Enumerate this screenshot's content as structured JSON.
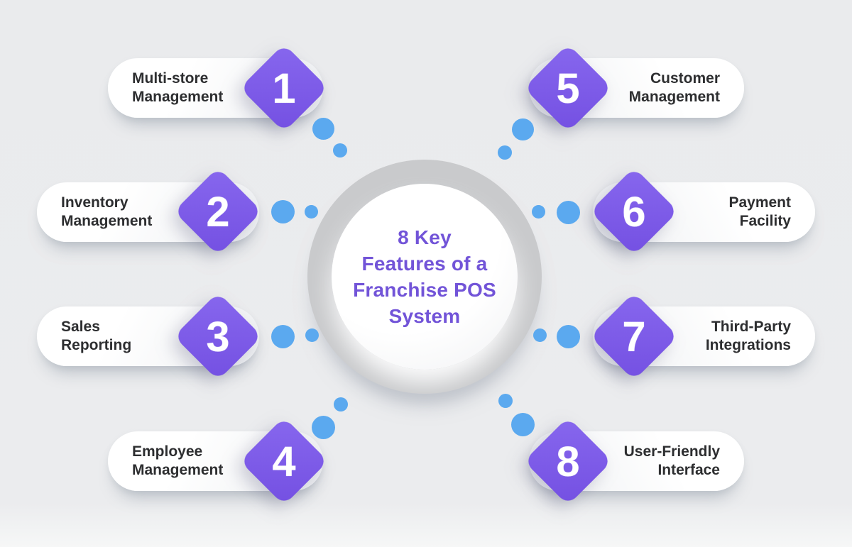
{
  "title": {
    "lines": [
      "8 Key",
      "Features of a",
      "Franchise POS",
      "System"
    ]
  },
  "items": [
    {
      "number": "1",
      "line1": "Multi-store",
      "line2": "Management"
    },
    {
      "number": "2",
      "line1": "Inventory",
      "line2": "Management"
    },
    {
      "number": "3",
      "line1": "Sales",
      "line2": "Reporting"
    },
    {
      "number": "4",
      "line1": "Employee",
      "line2": "Management"
    },
    {
      "number": "5",
      "line1": "Customer",
      "line2": "Management"
    },
    {
      "number": "6",
      "line1": "Payment",
      "line2": "Facility"
    },
    {
      "number": "7",
      "line1": "Third-Party",
      "line2": "Integrations"
    },
    {
      "number": "8",
      "line1": "User-Friendly",
      "line2": "Interface"
    }
  ],
  "colors": {
    "accent": "#7450e2",
    "accent-light": "#8767ee",
    "title": "#7254d8",
    "dot": "#5ba9ef",
    "ring": "#c9cacc",
    "background": "#ebecee",
    "label-text": "#2d2e30"
  }
}
